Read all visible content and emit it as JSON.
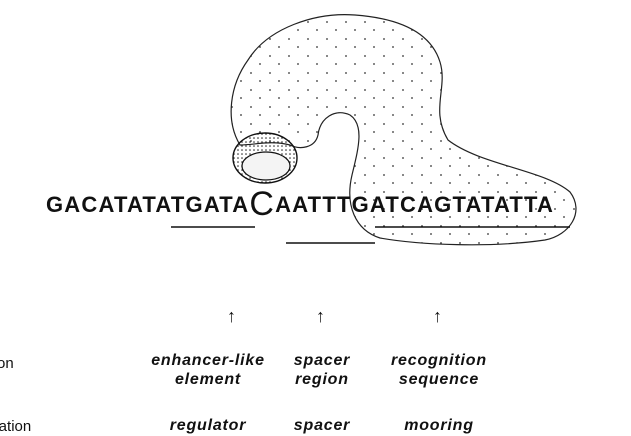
{
  "sequence": {
    "part1": "GACATATATGATA",
    "big": "C",
    "part2": "AATTTGATCAGTATATTA"
  },
  "arrows": [
    "↑",
    "↑",
    "↑"
  ],
  "rows": {
    "function": {
      "label": "ction",
      "values": [
        {
          "line1": "enhancer-like",
          "line2": "element"
        },
        {
          "line1": "spacer",
          "line2": "region"
        },
        {
          "line1": "recognition",
          "line2": "sequence"
        }
      ]
    },
    "designation": {
      "label": "gnation",
      "values": [
        "regulator",
        "spacer",
        "mooring"
      ]
    }
  }
}
